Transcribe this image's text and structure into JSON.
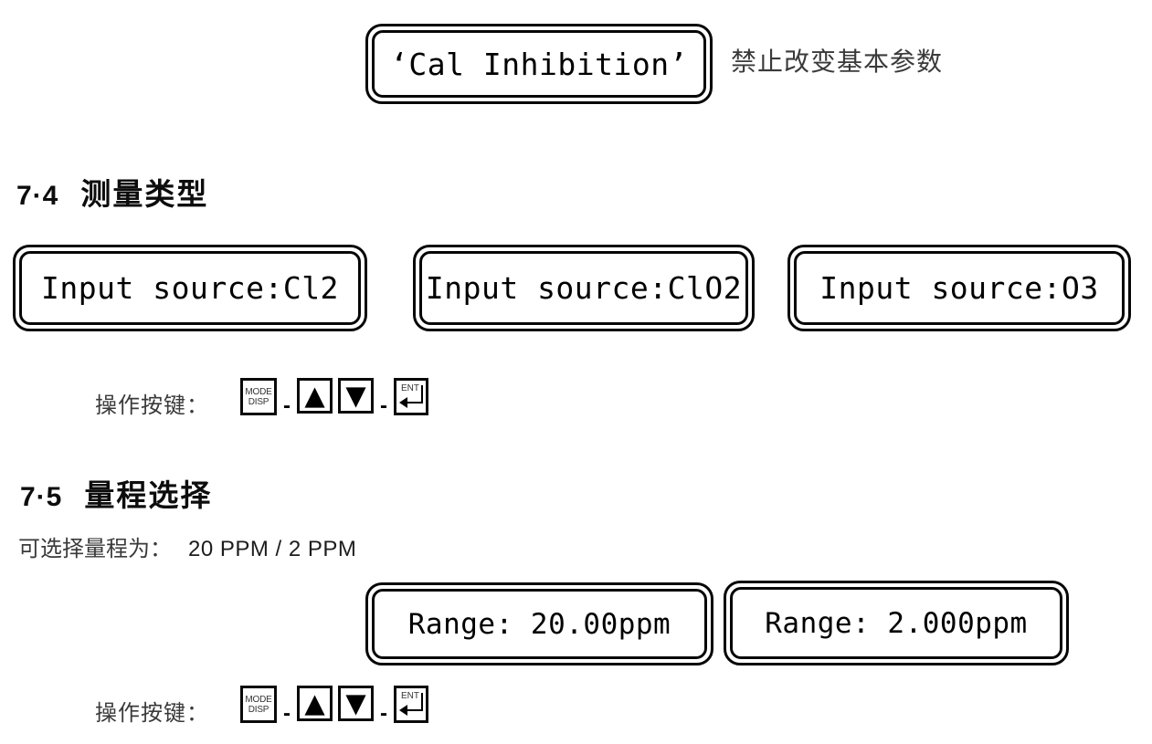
{
  "document": {
    "cal_display": {
      "text": "‘Cal Inhibition’",
      "note": "禁止改变基本参数"
    },
    "section_7_4": {
      "number": "7·4",
      "title": "测量类型"
    },
    "measurement_displays": [
      "Input source:Cl2",
      "Input source:ClO2",
      "Input source:O3"
    ],
    "keys_legend": {
      "label": "操作按键：",
      "mode_key": {
        "line1": "MODE",
        "line2": "DISP"
      },
      "up_key": "▲",
      "down_key": "▼",
      "ent_key": "ENT",
      "separator": "-"
    },
    "section_7_5": {
      "number": "7·5",
      "title": "量程选择"
    },
    "range_note": {
      "label": "可选择量程为：",
      "value": "20 PPM / 2 PPM"
    },
    "range_displays": [
      "Range: 20.00ppm",
      "Range: 2.000ppm"
    ],
    "colors": {
      "ink": "#000000",
      "body_text": "#3a3a3a",
      "background": "#ffffff"
    }
  }
}
